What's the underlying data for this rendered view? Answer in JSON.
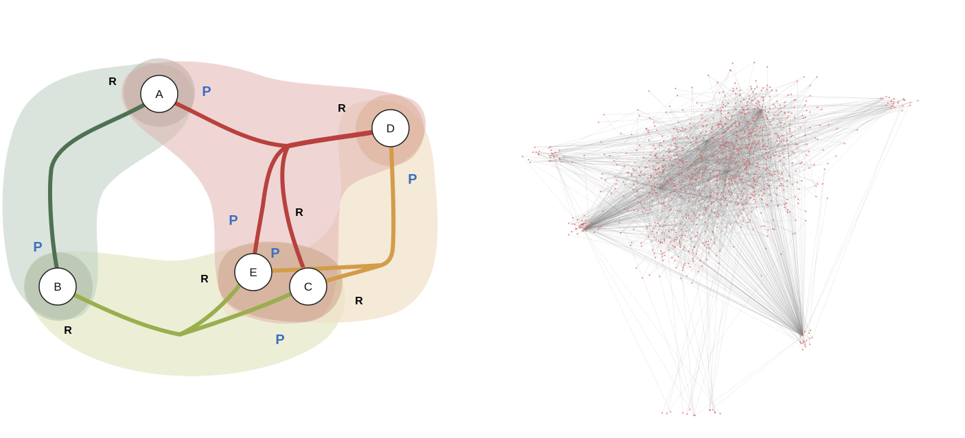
{
  "hypergraph": {
    "nodes": [
      {
        "id": "A",
        "label": "A"
      },
      {
        "id": "B",
        "label": "B"
      },
      {
        "id": "C",
        "label": "C"
      },
      {
        "id": "D",
        "label": "D"
      },
      {
        "id": "E",
        "label": "E"
      }
    ],
    "hyperedges": [
      {
        "id": "green",
        "color": "#4f7153",
        "members": [
          "A",
          "B"
        ]
      },
      {
        "id": "red",
        "color": "#b8413e",
        "members": [
          "A",
          "D",
          "E",
          "C"
        ]
      },
      {
        "id": "orange",
        "color": "#d39c4b",
        "members": [
          "D",
          "E",
          "C"
        ]
      },
      {
        "id": "olive",
        "color": "#9aae4e",
        "members": [
          "B",
          "E",
          "C"
        ]
      }
    ],
    "role_labels": [
      {
        "id": "green-r",
        "text": "R",
        "color": "#000000"
      },
      {
        "id": "a-p",
        "text": "P",
        "color": "#3d6fc0"
      },
      {
        "id": "red-r",
        "text": "R",
        "color": "#000000"
      },
      {
        "id": "d-p",
        "text": "P",
        "color": "#3d6fc0"
      },
      {
        "id": "red-p",
        "text": "P",
        "color": "#3d6fc0"
      },
      {
        "id": "c-r",
        "text": "R",
        "color": "#000000"
      },
      {
        "id": "b-p",
        "text": "P",
        "color": "#3d6fc0"
      },
      {
        "id": "e-p",
        "text": "P",
        "color": "#3d6fc0"
      },
      {
        "id": "e-r",
        "text": "R",
        "color": "#000000"
      },
      {
        "id": "c-r2",
        "text": "R",
        "color": "#000000"
      },
      {
        "id": "b-r",
        "text": "R",
        "color": "#000000"
      },
      {
        "id": "olive-p",
        "text": "P",
        "color": "#3d6fc0"
      }
    ]
  },
  "network": {
    "node_color": "#e06666",
    "edge_color": "#888888"
  }
}
